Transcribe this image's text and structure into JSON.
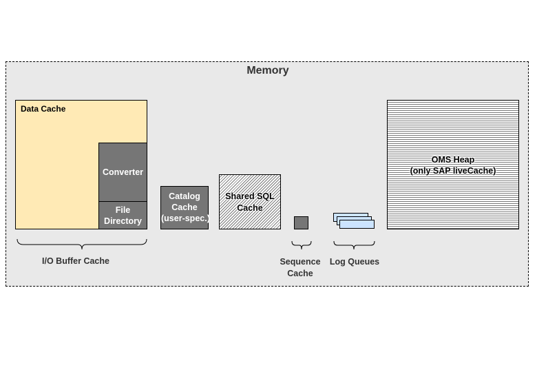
{
  "title": "Memory",
  "components": {
    "data_cache": "Data Cache",
    "converter": "Converter",
    "file_directory": [
      "File",
      "Directory"
    ],
    "catalog_cache": [
      "Catalog",
      "Cache",
      "(user-spec.)"
    ],
    "shared_sql_cache": [
      "Shared SQL",
      "Cache"
    ],
    "oms_heap": [
      "OMS Heap",
      "(only SAP liveCache)"
    ]
  },
  "group_labels": {
    "io_buffer_cache": "I/O Buffer Cache",
    "sequence_cache": [
      "Sequence",
      "Cache"
    ],
    "log_queues": "Log Queues"
  },
  "colors": {
    "memory_background": "#e9e9e9",
    "data_cache_fill": "#ffeab5",
    "grey_block_fill": "#767676",
    "log_queue_fill": "#cce4ff",
    "label_text": "#333333"
  }
}
